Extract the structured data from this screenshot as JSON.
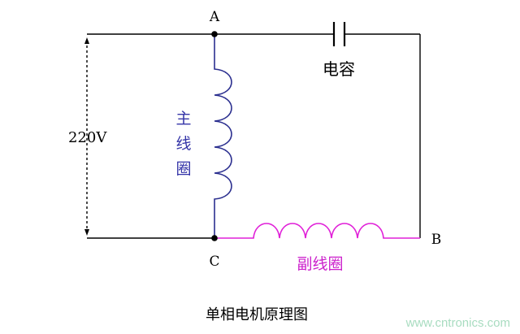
{
  "labels": {
    "node_a": "A",
    "node_b": "B",
    "node_c": "C",
    "voltage": "220V",
    "capacitor": "电容",
    "main_coil": [
      "主",
      "线",
      "圈"
    ],
    "aux_coil": "副线圈"
  },
  "caption": "单相电机原理图",
  "watermark": "www.cntronics.com",
  "colors": {
    "wire": "#000000",
    "main_coil": "#2b2f8f",
    "main_coil_text": "#3535a8",
    "aux_coil": "#e020d8",
    "aux_coil_text": "#cc22cc",
    "watermark": "#a8dcc0"
  }
}
